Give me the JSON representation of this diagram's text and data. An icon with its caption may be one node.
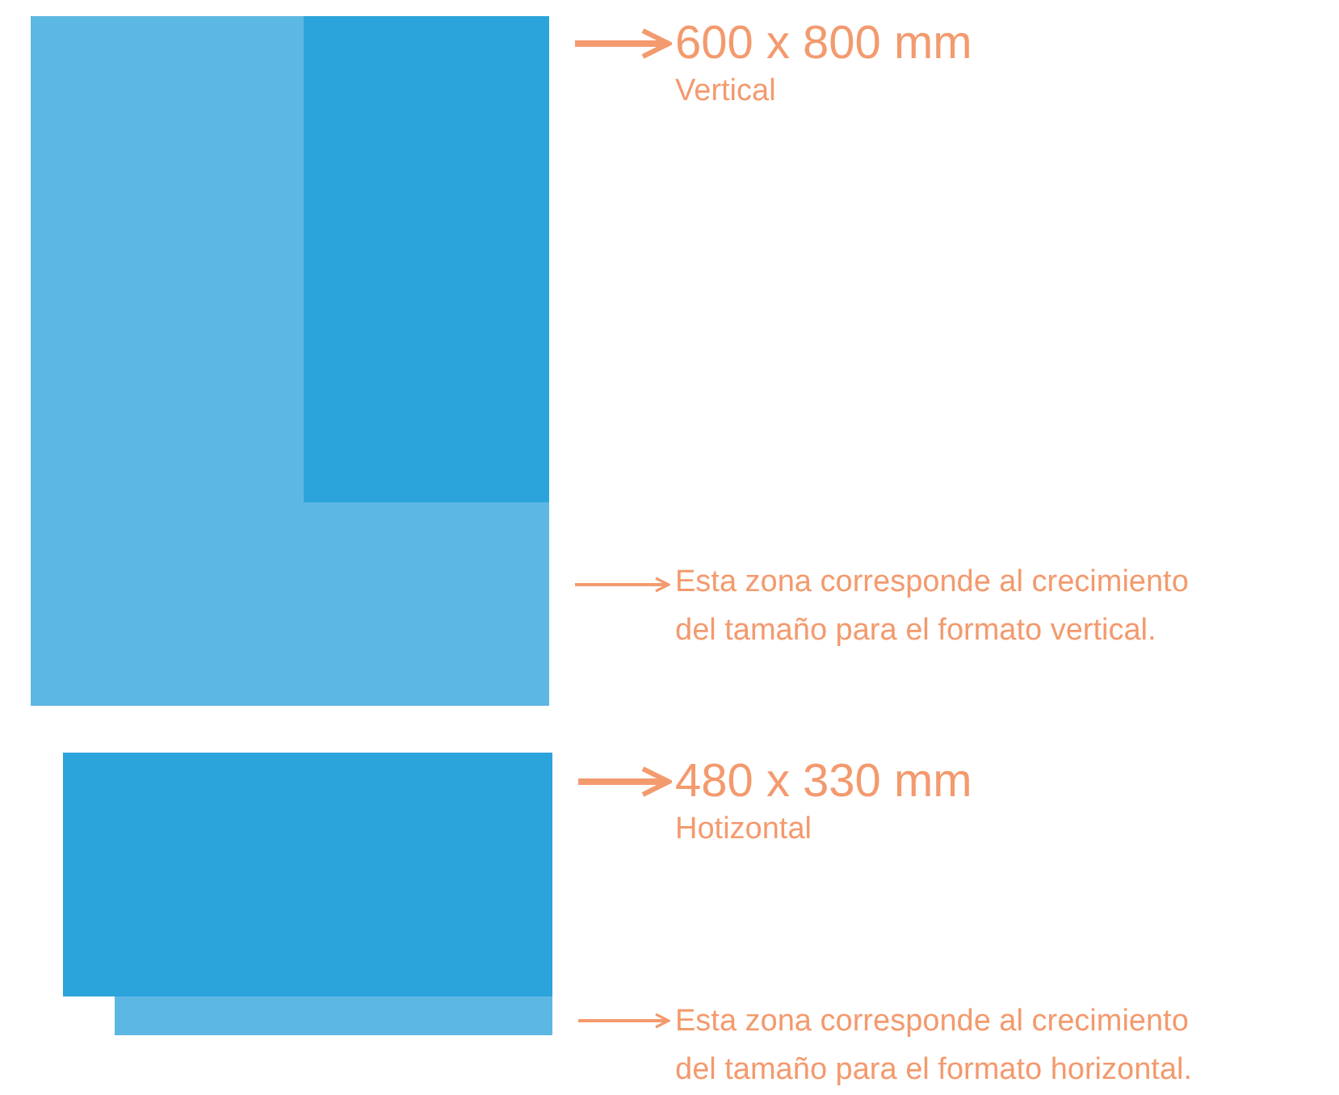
{
  "diagram": {
    "nodes": [
      {
        "text": [],
        "shape": "box"
      },
      {
        "text": [],
        "shape": "box",
        "in": 0
      },
      {
        "text": [
          "600 x 800 mm",
          "Vertical"
        ]
      },
      {
        "text": [
          "Esta zona corresponde al crecimiento del tamaño para el formato vertical."
        ]
      },
      {
        "text": [],
        "shape": "box"
      },
      {
        "text": [],
        "shape": "box"
      },
      {
        "text": [
          "480 x 330 mm",
          "Hotizontal"
        ]
      },
      {
        "text": [
          "Esta zona corresponde al crecimiento del tamaño para el formato horizontal."
        ]
      }
    ],
    "edges": [
      {
        "from": 1,
        "to": 2,
        "arrow": "to",
        "style": "thick"
      },
      {
        "from": 0,
        "to": 3,
        "arrow": "to"
      },
      {
        "from": 4,
        "to": 6,
        "arrow": "to",
        "style": "thick"
      },
      {
        "from": 5,
        "to": 7,
        "arrow": "to"
      }
    ]
  }
}
